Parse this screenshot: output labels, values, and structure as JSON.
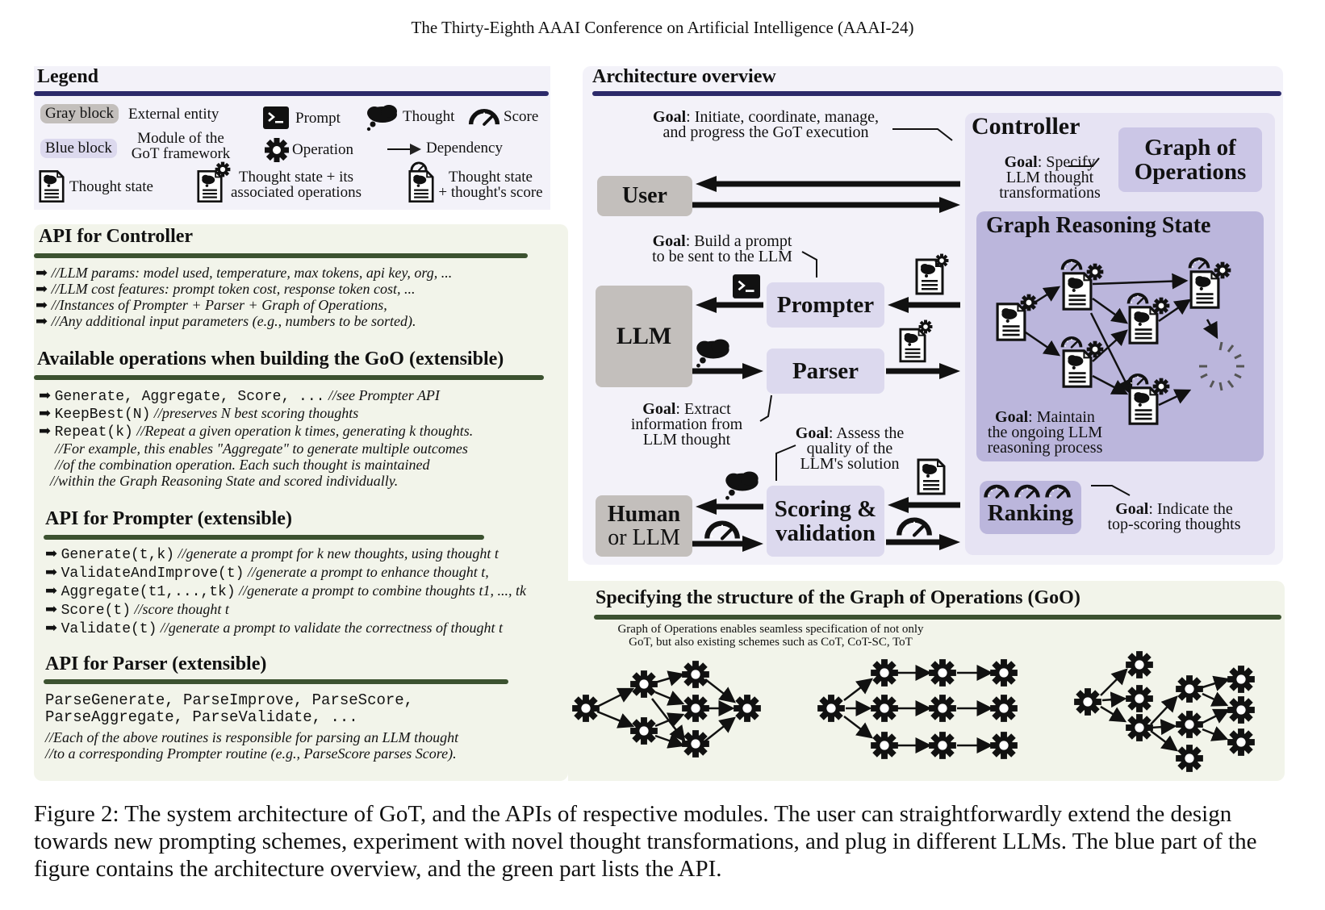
{
  "header": "The Thirty-Eighth AAAI Conference on Artificial Intelligence (AAAI-24)",
  "legend": {
    "title": "Legend",
    "gray_block": "Gray block",
    "external_entity": "External entity",
    "blue_block": "Blue block",
    "module_line1": "Module of the",
    "module_line2": "GoT framework",
    "prompt": "Prompt",
    "thought": "Thought",
    "score": "Score",
    "operation": "Operation",
    "dependency": "Dependency",
    "thought_state": "Thought state",
    "ts_ops_line1": "Thought state + its",
    "ts_ops_line2": "associated operations",
    "ts_score_line1": "Thought state",
    "ts_score_line2": "+ thought's score"
  },
  "controller_api": {
    "title": "API for Controller",
    "items": [
      "//LLM params: model used, temperature, max tokens, api key, org, ...",
      "//LLM cost features: prompt token cost, response token cost, ...",
      "//Instances of Prompter + Parser + Graph of Operations,",
      "//Any additional input parameters (e.g., numbers to be sorted)."
    ]
  },
  "operations": {
    "title": "Available operations when building the GoO (extensible)",
    "l1_code": "Generate, Aggregate, Score, ...",
    "l1_comment": " //see Prompter API",
    "l2_code": "KeepBest(N)",
    "l2_comment": " //preserves N best scoring thoughts",
    "l3_code": "Repeat(k)",
    "l3_comment": " //Repeat a given operation k times, generating k thoughts.",
    "l4": "//For example, this enables \"Aggregate\" to generate multiple outcomes",
    "l5": "//of the combination operation. Each such thought is maintained",
    "l6": "//within the Graph Reasoning State and scored individually."
  },
  "prompter_api": {
    "title": "API for Prompter (extensible)",
    "items": [
      {
        "code": "Generate(t,k)",
        "comment": " //generate a prompt for k new thoughts, using thought t"
      },
      {
        "code": "ValidateAndImprove(t)",
        "comment": " //generate a prompt to enhance thought t,"
      },
      {
        "code": "Aggregate(t1,...,tk)",
        "comment": " //generate a prompt to combine thoughts t1, ..., tk"
      },
      {
        "code": "Score(t)",
        "comment": " //score thought t"
      },
      {
        "code": "Validate(t)",
        "comment": " //generate a prompt to validate the correctness of thought t"
      }
    ]
  },
  "parser_api": {
    "title": "API for Parser (extensible)",
    "code1": "ParseGenerate, ParseImprove, ParseScore,",
    "code2": "ParseAggregate, ParseValidate, ...",
    "c1": "//Each of the above routines is responsible for parsing an LLM thought",
    "c2": "//to a corresponding Prompter routine (e.g., ParseScore parses Score)."
  },
  "arch": {
    "title": "Architecture overview",
    "goal_word": "Goal",
    "goal_controller_1": ": Initiate, coordinate, manage,",
    "goal_controller_2": "and progress the GoT execution",
    "controller": "Controller",
    "goo_line1": "Graph of",
    "goo_line2": "Operations",
    "goal_goo_1": ": Specify",
    "goal_goo_2": "LLM thought",
    "goal_goo_3": "transformations",
    "user": "User",
    "grs": "Graph Reasoning State",
    "goal_prompter_1": ": Build a prompt",
    "goal_prompter_2": "to be sent to the LLM",
    "prompter": "Prompter",
    "llm": "LLM",
    "parser": "Parser",
    "goal_parser_1": ": Extract",
    "goal_parser_2": "information from",
    "goal_parser_3": "LLM thought",
    "goal_grs_1": ": Maintain",
    "goal_grs_2": "the ongoing LLM",
    "goal_grs_3": "reasoning process",
    "goal_scoring_1": ": Assess the",
    "goal_scoring_2": "quality of the",
    "goal_scoring_3": "LLM's solution",
    "human_1": "Human",
    "human_2": "or LLM",
    "scoring_1": "Scoring &",
    "scoring_2": "validation",
    "ranking": "Ranking",
    "goal_ranking_1": ": Indicate the",
    "goal_ranking_2": "top-scoring thoughts"
  },
  "goo_section": {
    "title": "Specifying the structure of the Graph of Operations (GoO)",
    "desc1": "Graph of Operations enables seamless specification of not only",
    "desc2": "GoT, but also existing schemes such as CoT, CoT-SC, ToT"
  },
  "caption": "Figure 2: The system architecture of GoT, and the APIs of respective modules. The user can straightforwardly extend the design towards new prompting schemes, experiment with novel thought transformations, and plug in different LLMs. The blue part of the figure contains the architecture overview, and the green part lists the API.",
  "colors": {
    "navy_rule": "#2c2a6a",
    "green_rule": "#3c5230",
    "gray_block": "#c3bfbc",
    "blue_block": "#dcd9ee",
    "grs_block": "#bbb6dc",
    "controller_block": "#e6e3f3"
  }
}
